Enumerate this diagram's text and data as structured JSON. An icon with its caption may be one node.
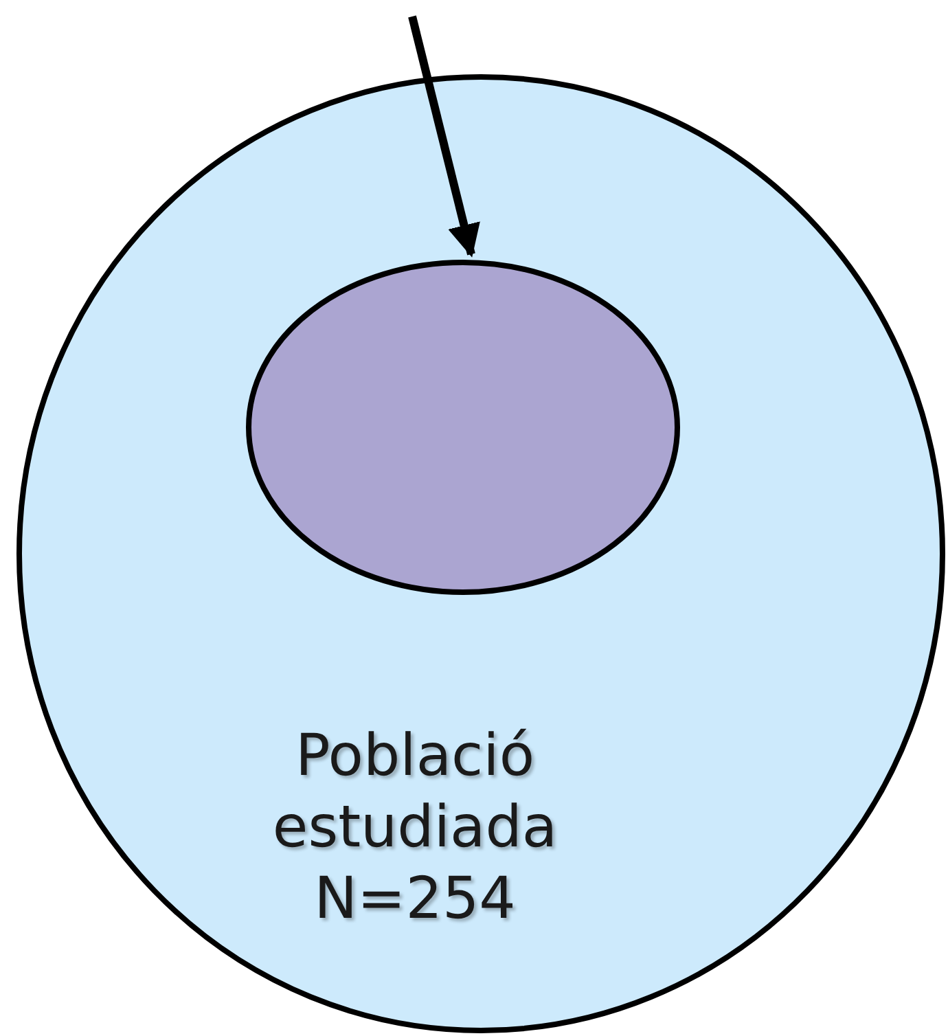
{
  "diagram": {
    "nodes": [
      {
        "text": [
          "Població estudiada N=254"
        ]
      },
      {
        "text": [],
        "shape": "ellipse",
        "in": 0
      }
    ],
    "edges": [
      {
        "from": null,
        "to": 1,
        "arrow": "to"
      }
    ]
  }
}
